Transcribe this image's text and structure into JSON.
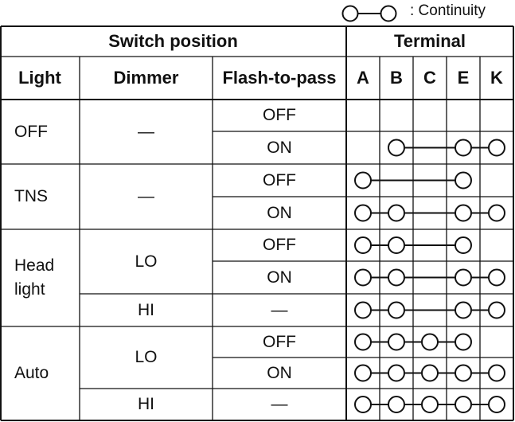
{
  "legend": {
    "text": ": Continuity",
    "icon": "continuity-connector-icon"
  },
  "header": {
    "switch_position": "Switch position",
    "terminal": "Terminal",
    "light": "Light",
    "dimmer": "Dimmer",
    "flash_to_pass": "Flash-to-pass",
    "terminals": [
      "A",
      "B",
      "C",
      "E",
      "K"
    ]
  },
  "light_groups": [
    {
      "label": "OFF"
    },
    {
      "label": "TNS"
    },
    {
      "label": "Head\nlight"
    },
    {
      "label": "Auto"
    }
  ],
  "dimmer_groups": [
    {
      "label": "—"
    },
    {
      "label": "—"
    },
    {
      "label": "LO"
    },
    {
      "label": "HI"
    },
    {
      "label": "LO"
    },
    {
      "label": "HI"
    }
  ],
  "rows": [
    {
      "flash_to_pass": "OFF",
      "connections": []
    },
    {
      "flash_to_pass": "ON",
      "connections": [
        [
          "B",
          "E",
          "K"
        ]
      ]
    },
    {
      "flash_to_pass": "OFF",
      "connections": [
        [
          "A",
          "E"
        ]
      ]
    },
    {
      "flash_to_pass": "ON",
      "connections": [
        [
          "A",
          "B",
          "E",
          "K"
        ]
      ]
    },
    {
      "flash_to_pass": "OFF",
      "connections": [
        [
          "A",
          "B",
          "E"
        ]
      ]
    },
    {
      "flash_to_pass": "ON",
      "connections": [
        [
          "A",
          "B",
          "E",
          "K"
        ]
      ]
    },
    {
      "flash_to_pass": "—",
      "connections": [
        [
          "A",
          "B",
          "E",
          "K"
        ]
      ]
    },
    {
      "flash_to_pass": "OFF",
      "connections": [
        [
          "A",
          "B",
          "C",
          "E"
        ]
      ]
    },
    {
      "flash_to_pass": "ON",
      "connections": [
        [
          "A",
          "B",
          "C",
          "E",
          "K"
        ]
      ]
    },
    {
      "flash_to_pass": "—",
      "connections": [
        [
          "A",
          "B",
          "C",
          "E",
          "K"
        ]
      ]
    }
  ]
}
